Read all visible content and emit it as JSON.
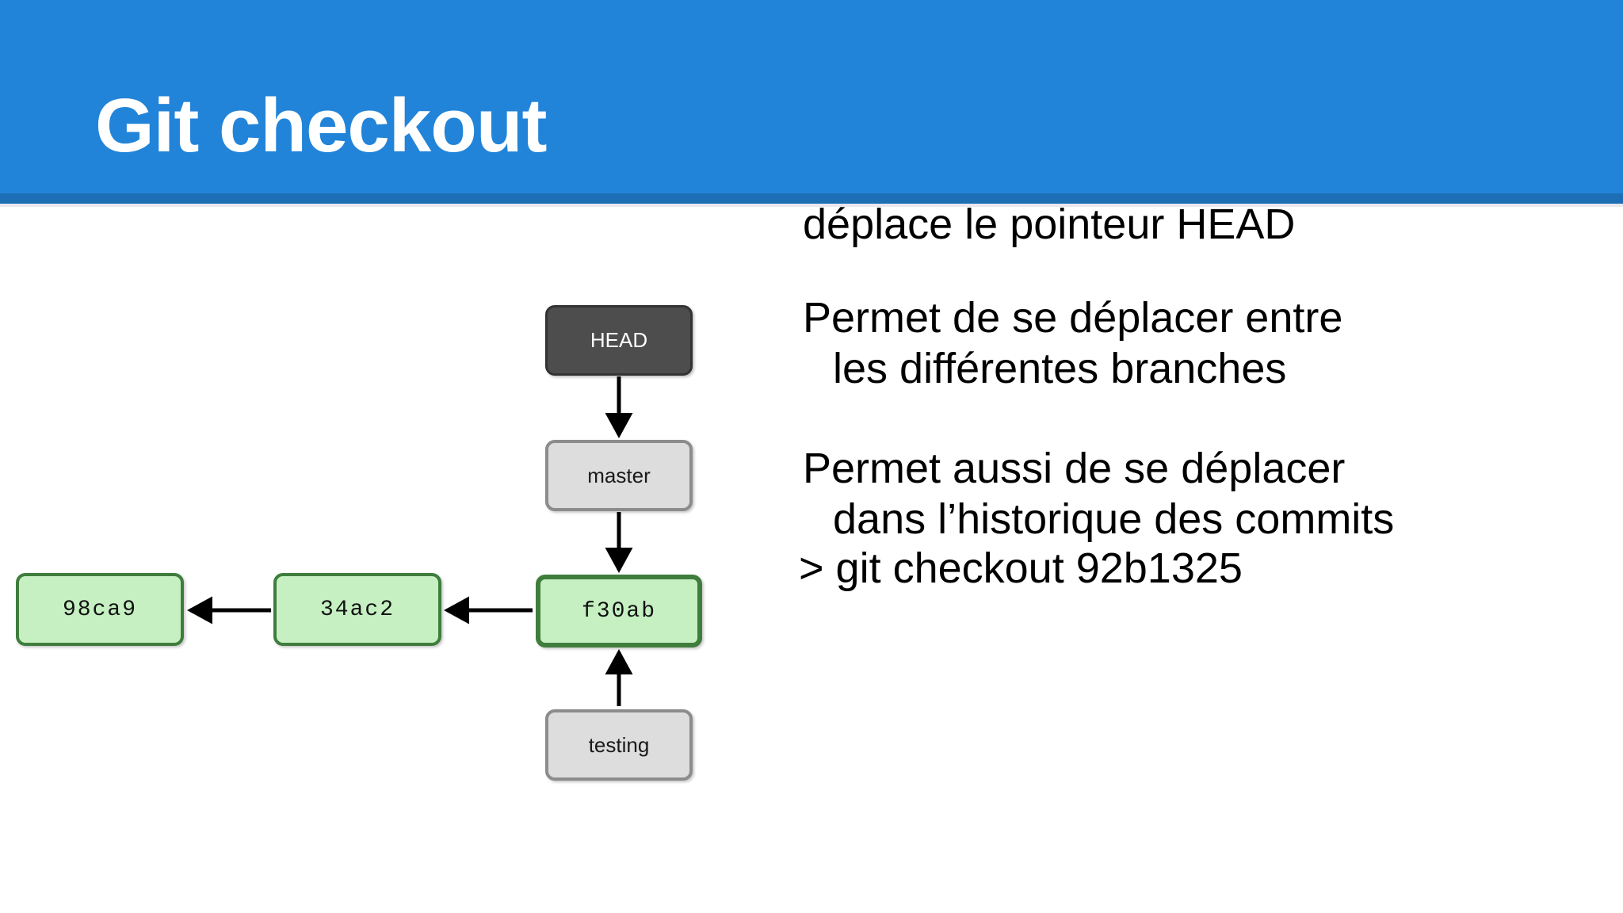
{
  "slide": {
    "title": "Git checkout",
    "header_color": "#2284d8",
    "header_rule_color": "#1d6fb5",
    "background_color": "#ffffff"
  },
  "diagram": {
    "name": "git-branch-diagram",
    "nodes": {
      "head": {
        "label": "HEAD",
        "fill": "#4d4d4d",
        "border": "#333333",
        "text_color": "#ffffff"
      },
      "master": {
        "label": "master",
        "fill": "#dddddd",
        "border": "#8c8c8c",
        "text_color": "#1a1a1a"
      },
      "testing": {
        "label": "testing",
        "fill": "#dddddd",
        "border": "#8c8c8c",
        "text_color": "#1a1a1a"
      },
      "commit_98ca9": {
        "label": "98ca9",
        "fill": "#c6f0c2",
        "border": "#3f7d3c",
        "text_color": "#111111"
      },
      "commit_34ac2": {
        "label": "34ac2",
        "fill": "#c6f0c2",
        "border": "#3f7d3c",
        "text_color": "#111111"
      },
      "commit_f30ab": {
        "label": "f30ab",
        "fill": "#c6f0c2",
        "border": "#3f7d3c",
        "text_color": "#111111"
      }
    },
    "edges": [
      {
        "from": "head",
        "to": "master",
        "direction": "down"
      },
      {
        "from": "master",
        "to": "commit_f30ab",
        "direction": "down"
      },
      {
        "from": "commit_f30ab",
        "to": "commit_34ac2",
        "direction": "left"
      },
      {
        "from": "commit_34ac2",
        "to": "commit_98ca9",
        "direction": "left"
      },
      {
        "from": "testing",
        "to": "commit_f30ab",
        "direction": "up"
      }
    ]
  },
  "text": {
    "para_1": "déplace le pointeur HEAD",
    "para_2_line_1": "Permet de se déplacer entre",
    "para_2_line_2": "les différentes branches",
    "para_3_line_1": "Permet aussi de se déplacer",
    "para_3_line_2": "dans l’historique des commits",
    "command": "> git checkout 92b1325"
  }
}
